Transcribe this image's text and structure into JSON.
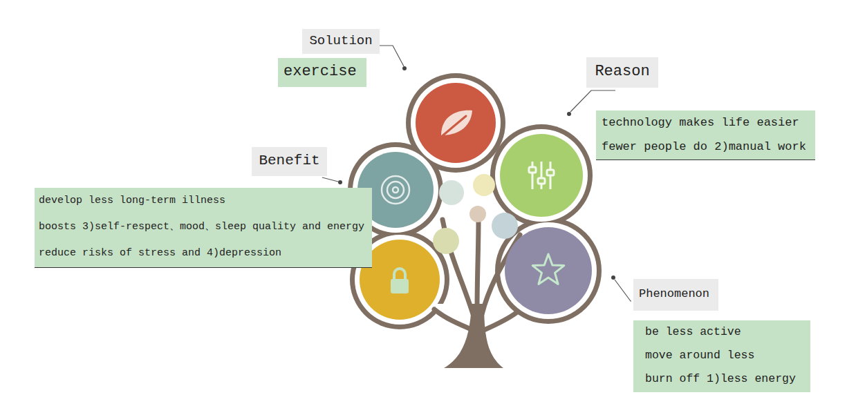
{
  "diagram": {
    "nodes": [
      {
        "text": [
          "Solution"
        ]
      },
      {
        "text": [
          "exercise"
        ]
      },
      {
        "text": [
          "Reason"
        ]
      },
      {
        "text": [
          "technology makes life easier",
          "fewer people do 2)manual work"
        ]
      },
      {
        "text": [
          "Benefit"
        ]
      },
      {
        "text": [
          "develop less long-term illness",
          "boosts 3)self-respect、mood、sleep quality and energy",
          "reduce risks of stress and 4)depression"
        ]
      },
      {
        "text": [
          "Phenomenon"
        ]
      },
      {
        "text": [
          "be less active",
          "move around less",
          "burn off 1)less energy"
        ]
      }
    ]
  }
}
